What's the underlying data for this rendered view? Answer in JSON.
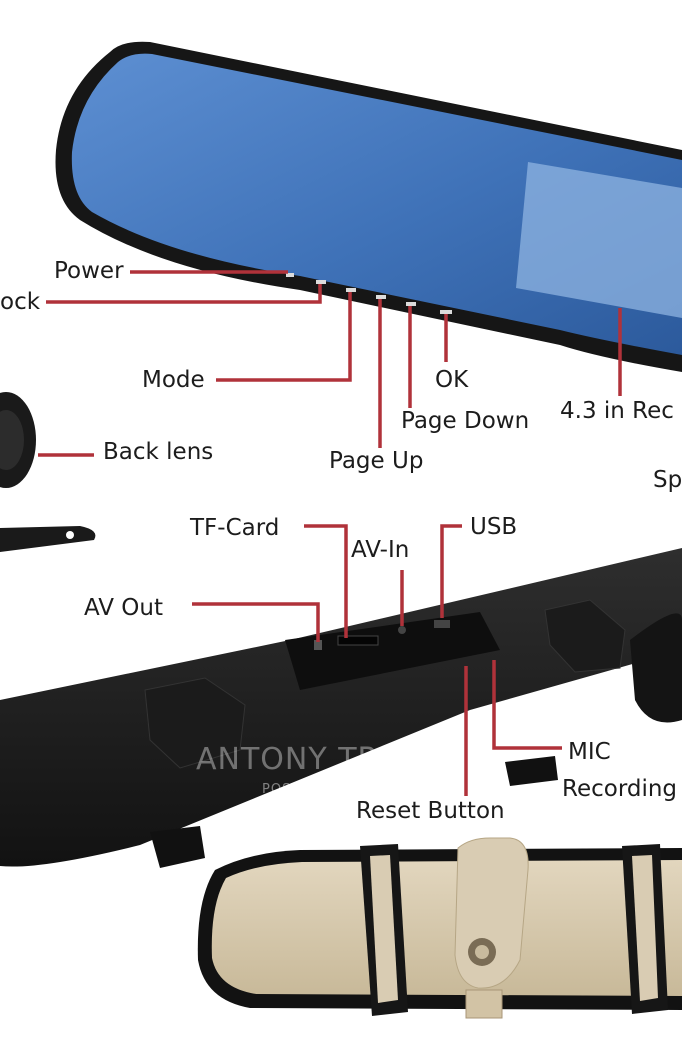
{
  "labels": {
    "power": "Power",
    "lock": "ock",
    "mode": "Mode",
    "ok": "OK",
    "page_down": "Page Down",
    "page_up": "Page Up",
    "screen_size": "4.3 in Rec",
    "back_lens": "Back lens",
    "speaker": "Sp",
    "tf_card": "TF-Card",
    "av_in": "AV-In",
    "usb": "USB",
    "av_out": "AV Out",
    "mic": "MIC",
    "recording": "Recording",
    "reset_button": "Reset Button"
  },
  "watermark": {
    "seller": "ANTONY TRENDY",
    "posted": "POSTED ON JIJI"
  },
  "colors": {
    "callout_line": "#b0323a",
    "mirror_blue": "#3f72b8",
    "body_black": "#1e1e1e",
    "back_beige": "#d9ccb3"
  }
}
